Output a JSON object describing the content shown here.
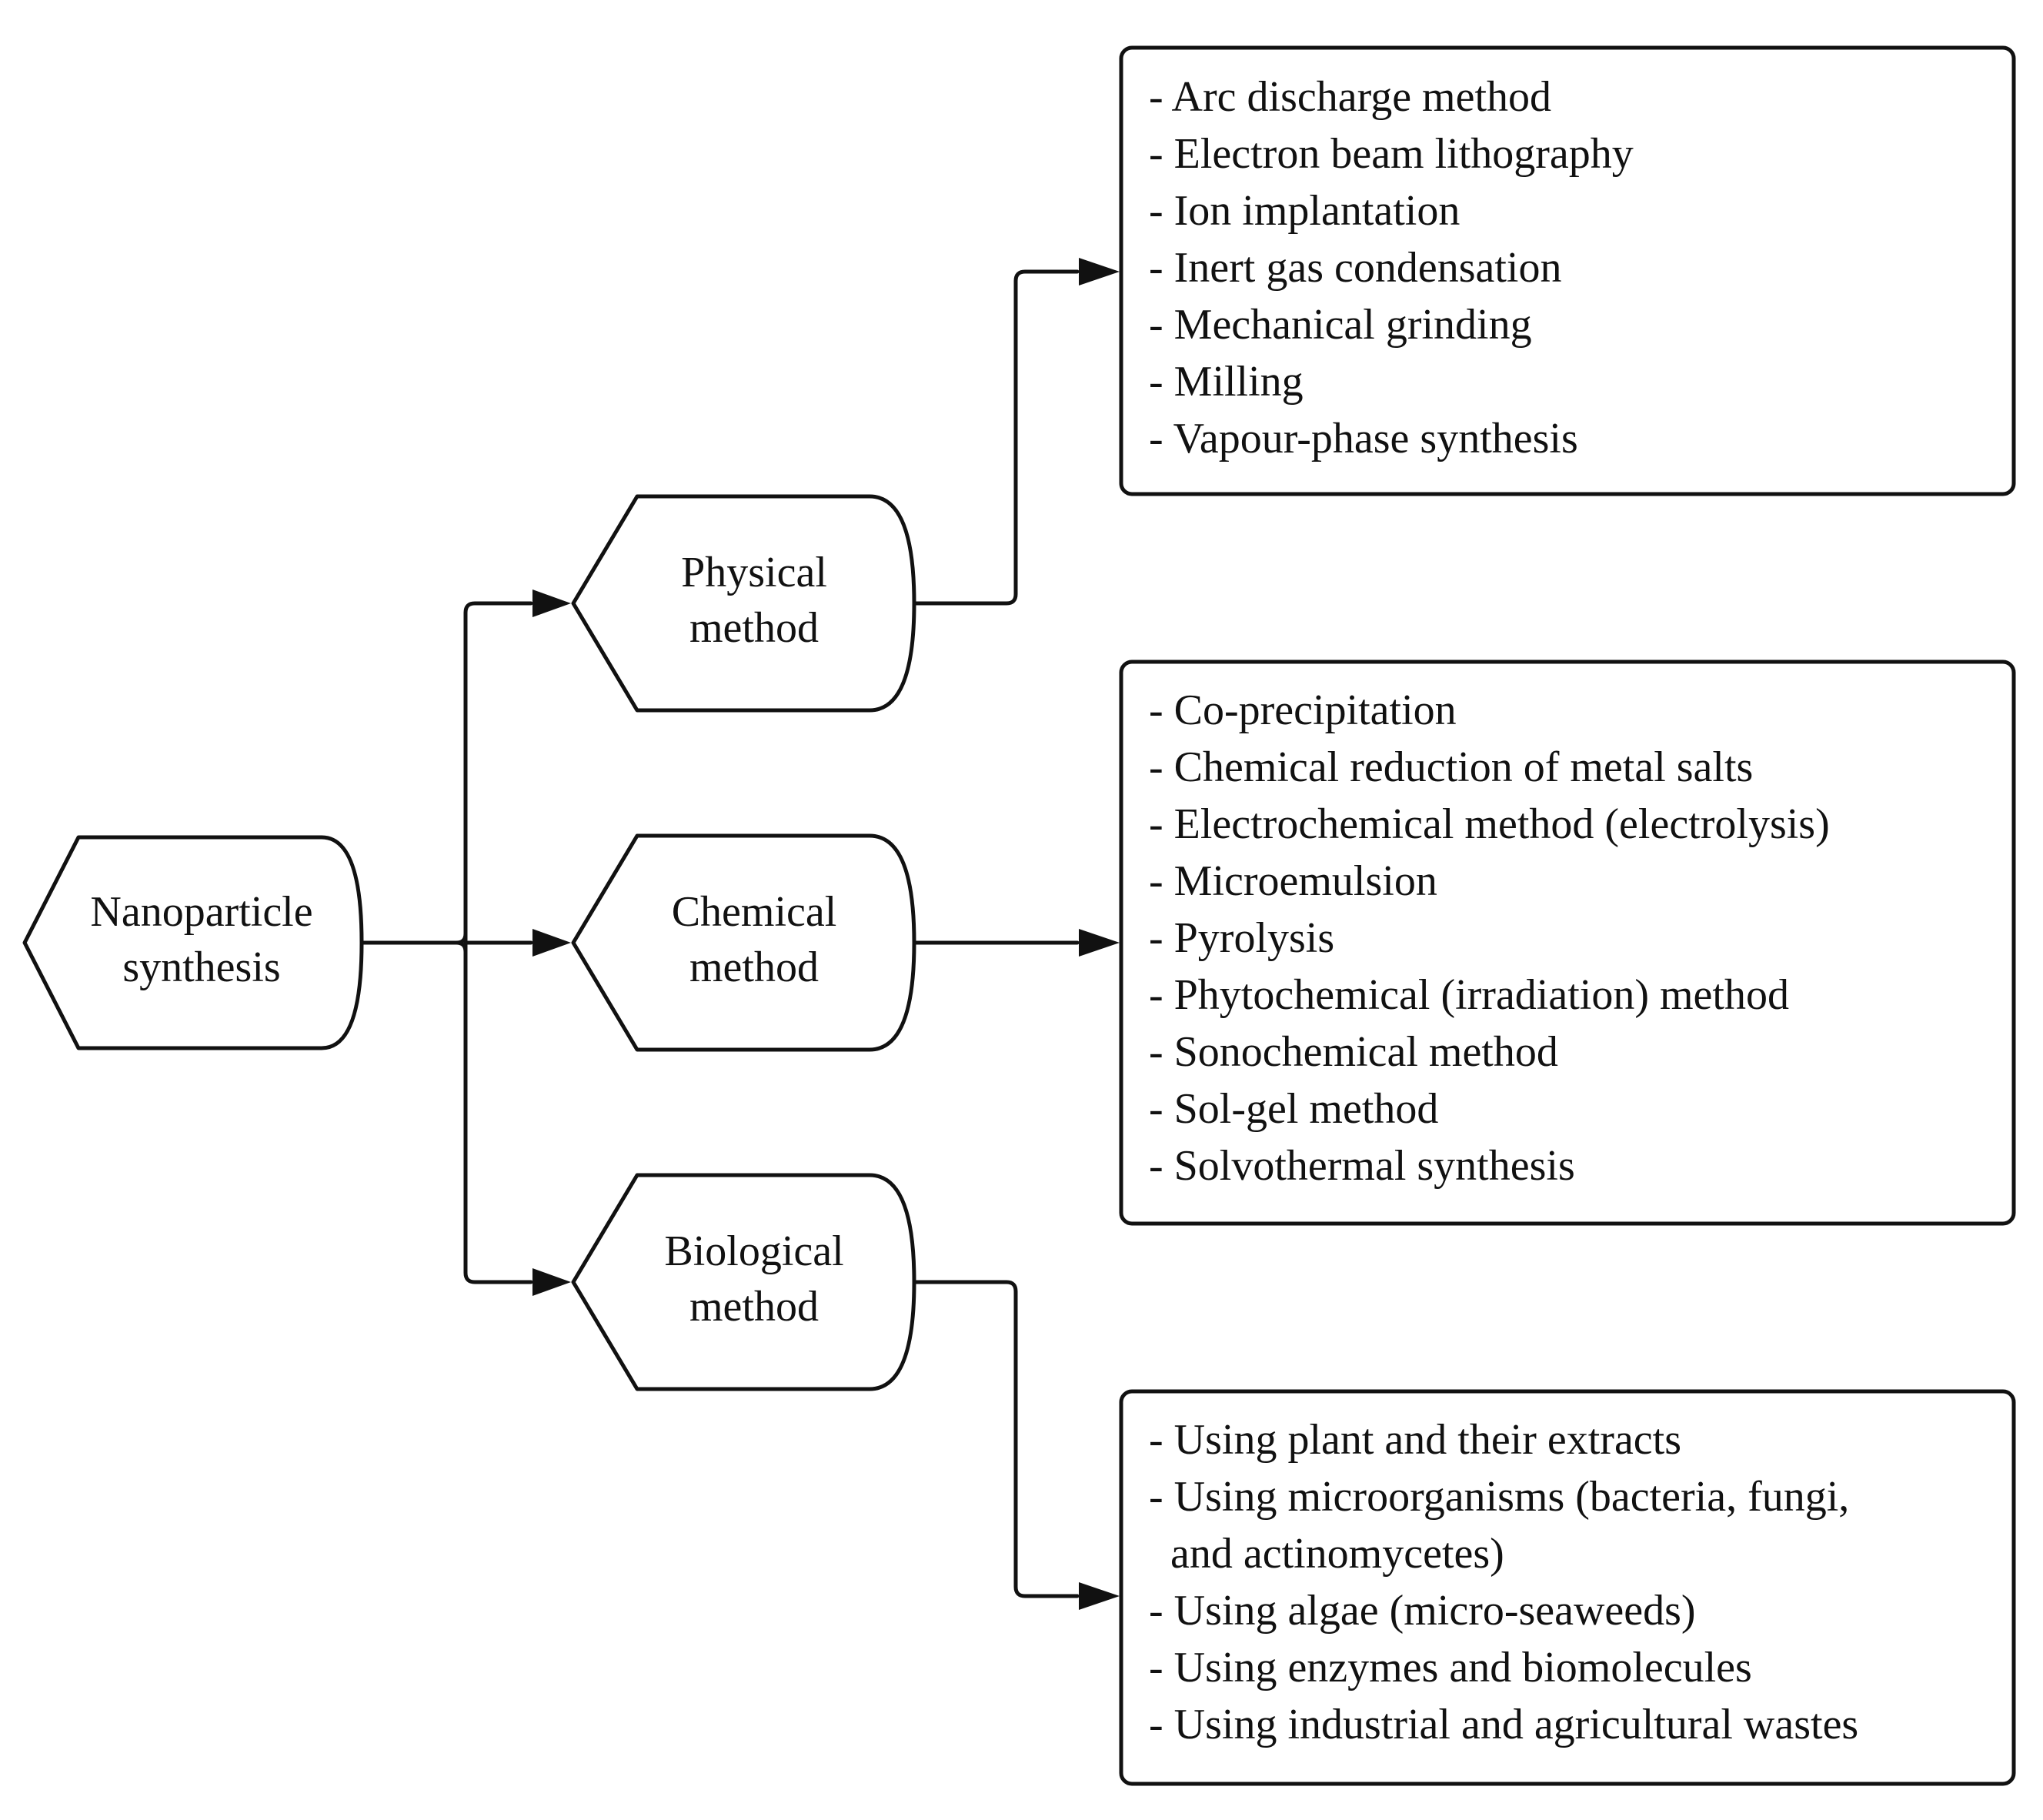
{
  "root": {
    "line1": "Nanoparticle",
    "line2": "synthesis"
  },
  "methods": [
    {
      "line1": "Physical",
      "line2": "method",
      "items": [
        "- Arc discharge method",
        "- Electron beam lithography",
        "- Ion implantation",
        "- Inert gas condensation",
        "- Mechanical grinding",
        "- Milling",
        "- Vapour-phase synthesis"
      ]
    },
    {
      "line1": "Chemical",
      "line2": "method",
      "items": [
        "- Co-precipitation",
        "- Chemical reduction of metal salts",
        "- Electrochemical method (electrolysis)",
        "- Microemulsion",
        "- Pyrolysis",
        "- Phytochemical (irradiation) method",
        "- Sonochemical method",
        "- Sol-gel method",
        "- Solvothermal synthesis"
      ]
    },
    {
      "line1": "Biological",
      "line2": "method",
      "items": [
        "- Using plant and their extracts",
        "- Using microorganisms (bacteria, fungi,",
        "  and actinomycetes)",
        "- Using algae (micro-seaweeds)",
        "- Using enzymes and biomolecules",
        "- Using industrial and agricultural wastes"
      ]
    }
  ]
}
